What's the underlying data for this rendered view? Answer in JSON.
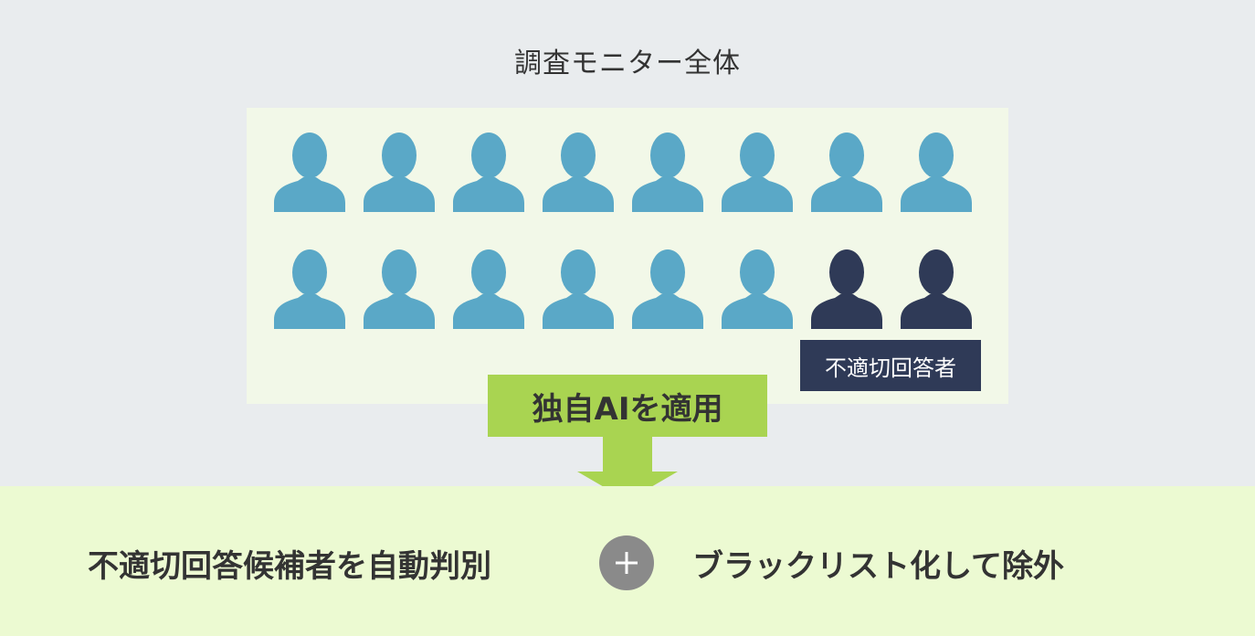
{
  "header": {
    "title": "調査モニター全体"
  },
  "monitors": {
    "rows": [
      [
        "normal",
        "normal",
        "normal",
        "normal",
        "normal",
        "normal",
        "normal",
        "normal"
      ],
      [
        "normal",
        "normal",
        "normal",
        "normal",
        "normal",
        "normal",
        "flagged",
        "flagged"
      ]
    ],
    "flagged_label": "不適切回答者",
    "icon": "person-icon"
  },
  "process": {
    "ai_label": "独自AIを適用",
    "arrow_icon": "down-arrow-icon"
  },
  "result": {
    "left_text": "不適切回答候補者を自動判別",
    "plus_icon": "plus-icon",
    "right_text": "ブラックリスト化して除外"
  },
  "colors": {
    "background": "#e9ecee",
    "panel": "#f2f8e8",
    "normal_person": "#5aa8c7",
    "flagged_person": "#2f3a57",
    "ai_box": "#a9d451",
    "bottom_band": "#ecfad2",
    "plus_circle": "#8a8a8a"
  }
}
